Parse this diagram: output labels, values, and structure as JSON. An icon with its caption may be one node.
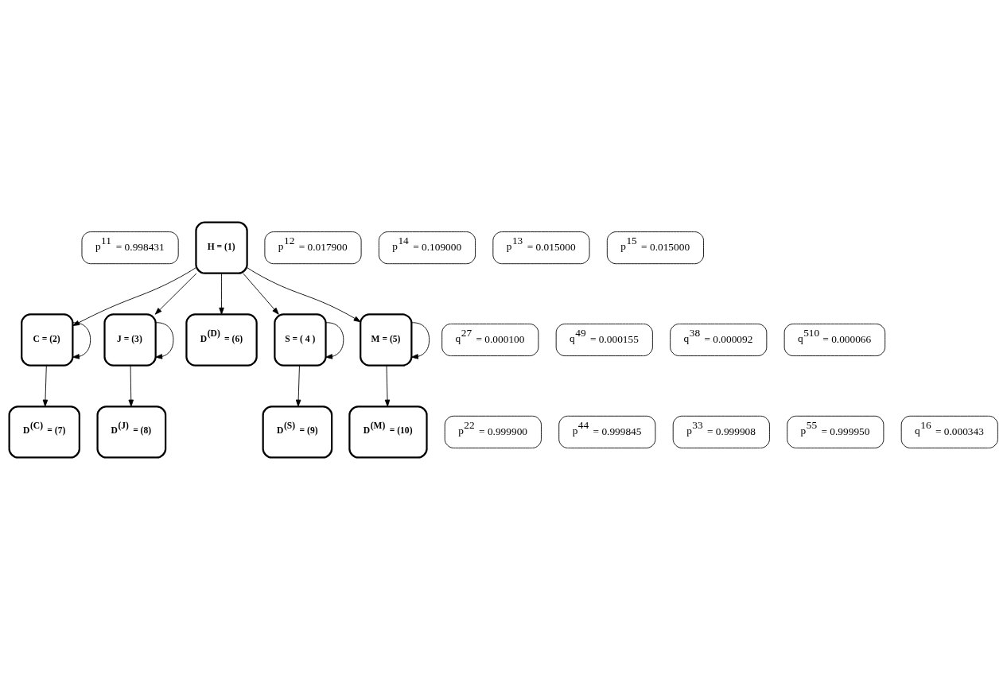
{
  "diagram": {
    "nodes": [
      {
        "text": [
          "p$^{11}$ = 0.998431"
        ]
      },
      {
        "text": [
          "H = (1)"
        ]
      },
      {
        "text": [
          "p$^{12}$ = 0.017900"
        ]
      },
      {
        "text": [
          "p$^{14}$ = 0.109000"
        ]
      },
      {
        "text": [
          "q$^{27}$ = 0.000100"
        ]
      },
      {
        "text": [
          "q$^{49}$ = 0.000155"
        ]
      },
      {
        "text": [
          "D$^{(C)}$ = (7)"
        ]
      },
      {
        "text": [
          "C = (2)"
        ]
      },
      {
        "text": [
          "S = ( 4 )"
        ]
      },
      {
        "text": [
          "D$^{(S)}$ = (9)"
        ]
      },
      {
        "text": [
          "p$^{22}$ = 0.999900"
        ]
      },
      {
        "text": [
          "p$^{44}$ = 0.999845"
        ]
      },
      {
        "text": [
          "p$^{13}$ = 0.015000"
        ]
      },
      {
        "text": [
          "p$^{15}$ = 0.015000"
        ]
      },
      {
        "text": [
          "q$^{38}$ = 0.000092"
        ]
      },
      {
        "text": [
          "q$^{510}$ = 0.000066"
        ]
      },
      {
        "text": [
          "D$^{(J)}$ = (8)"
        ]
      },
      {
        "text": [
          "J = (3)"
        ]
      },
      {
        "text": [
          "M = (5)"
        ]
      },
      {
        "text": [
          "D$^{(M)}$ = (10)"
        ]
      },
      {
        "text": [
          "D$^{(D)}$ = (6)"
        ]
      },
      {
        "text": [
          "p$^{33}$ = 0.999908"
        ]
      },
      {
        "text": [
          "p$^{55}$ = 0.999950"
        ]
      },
      {
        "text": [
          "q$^{16}$ = 0.000343"
        ]
      }
    ],
    "edges": [
      {
        "from": 1,
        "to": 7,
        "arrow": "to"
      },
      {
        "from": 1,
        "to": 17,
        "arrow": "to"
      },
      {
        "from": 1,
        "to": 20,
        "arrow": "to"
      },
      {
        "from": 1,
        "to": 8,
        "arrow": "to"
      },
      {
        "from": 1,
        "to": 18,
        "arrow": "to"
      },
      {
        "from": 7,
        "to": 7,
        "arrow": "to"
      },
      {
        "from": 7,
        "to": 6,
        "arrow": "to"
      },
      {
        "from": 8,
        "to": 8,
        "arrow": "to"
      },
      {
        "from": 8,
        "to": 9,
        "arrow": "to"
      },
      {
        "from": 17,
        "to": 17,
        "arrow": "to"
      },
      {
        "from": 17,
        "to": 16,
        "arrow": "to"
      },
      {
        "from": 18,
        "to": 18,
        "arrow": "to"
      },
      {
        "from": 18,
        "to": 19,
        "arrow": "to"
      }
    ]
  }
}
